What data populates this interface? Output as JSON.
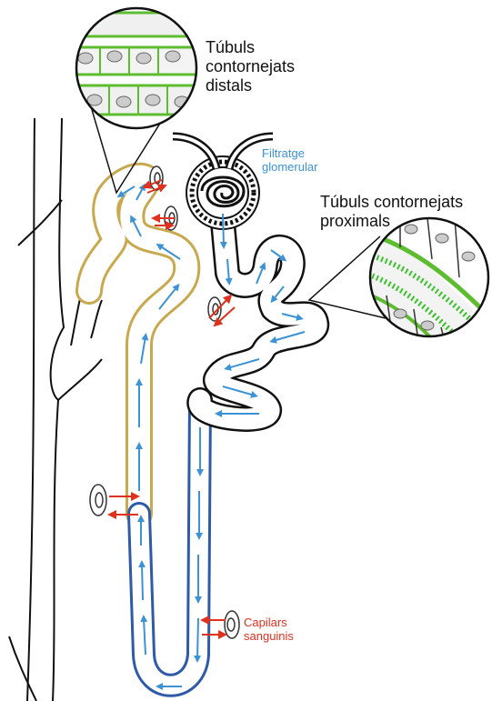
{
  "labels": {
    "distal": [
      "Túbuls",
      "contornejats",
      "distals"
    ],
    "proximal": [
      "Túbuls contornejats",
      "proximals"
    ],
    "filtrate": [
      "Filtratge",
      "glomerular"
    ],
    "capillaries": [
      "Capilars",
      "sanguinis"
    ]
  },
  "colors": {
    "outline": "#111111",
    "distal_tube": "#c9a94e",
    "flow_arrow": "#3b93d6",
    "exchange_arrow": "#e0301e",
    "cell_border": "#5dbd2f",
    "microvilli": "#39c22a",
    "descending_limb": "#2e5aa8"
  },
  "icons": [
    "capillary-icon",
    "flow-arrow-icon",
    "exchange-arrow-icon"
  ]
}
